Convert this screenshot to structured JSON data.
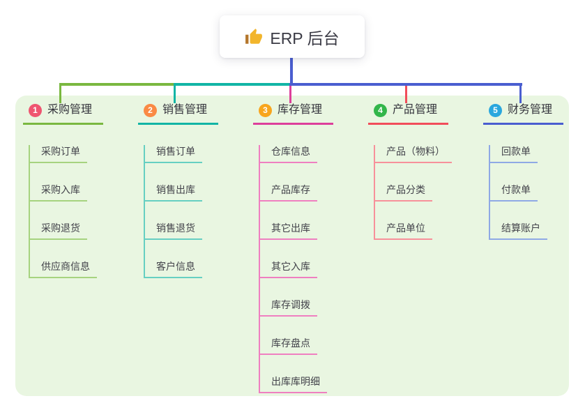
{
  "root": {
    "icon": "thumbs-up-icon",
    "label": "ERP 后台"
  },
  "branches": [
    {
      "num": "1",
      "label": "采购管理",
      "badge_color": "#ef5570",
      "line_color": "#7ab840",
      "light_line_color": "#a6d37f",
      "children": [
        "采购订单",
        "采购入库",
        "采购退货",
        "供应商信息"
      ]
    },
    {
      "num": "2",
      "label": "销售管理",
      "badge_color": "#fa8a44",
      "line_color": "#12b5a5",
      "light_line_color": "#66cfc2",
      "children": [
        "销售订单",
        "销售出库",
        "销售退货",
        "客户信息"
      ]
    },
    {
      "num": "3",
      "label": "库存管理",
      "badge_color": "#f8a51d",
      "line_color": "#dd3f9b",
      "light_line_color": "#ef7fc0",
      "children": [
        "仓库信息",
        "产品库存",
        "其它出库",
        "其它入库",
        "库存调拨",
        "库存盘点",
        "出库库明细"
      ]
    },
    {
      "num": "4",
      "label": "产品管理",
      "badge_color": "#32b64a",
      "line_color": "#f14d5a",
      "light_line_color": "#f7909a",
      "children": [
        "产品（物料）",
        "产品分类",
        "产品单位"
      ]
    },
    {
      "num": "5",
      "label": "财务管理",
      "badge_color": "#2aa7de",
      "line_color": "#4a5ed0",
      "light_line_color": "#8fa9e5",
      "children": [
        "回款单",
        "付款单",
        "结算账户"
      ]
    }
  ],
  "colors": {
    "canvas_bg": "#ffffff",
    "panel_bg": "#e9f6e1",
    "trunk_color": "#4a5ed0",
    "text_color": "#3a3a44"
  }
}
